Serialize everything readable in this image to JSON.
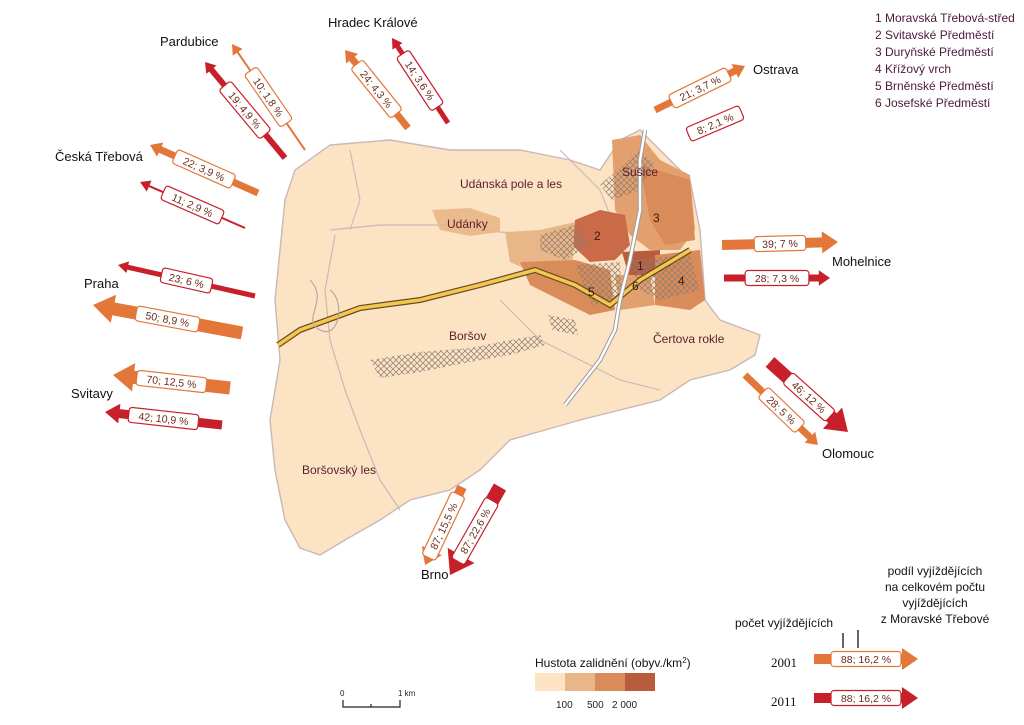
{
  "neighborhood_legend": [
    "1 Moravská Třebová-střed",
    "2 Svitavské Předměstí",
    "3 Duryňské Předměstí",
    "4 Křížový vrch",
    "5 Brněnské Předměstí",
    "6 Josefské Předměstí"
  ],
  "areas": {
    "udanska": "Udánská pole a les",
    "udanky": "Udánky",
    "susice": "Sušice",
    "borsov": "Boršov",
    "borsovsky_les": "Boršovský les",
    "certova_rokle": "Čertova rokle"
  },
  "district_numbers": [
    "1",
    "2",
    "3",
    "4",
    "5",
    "6"
  ],
  "cities": {
    "pardubice": "Pardubice",
    "hradec": "Hradec Králové",
    "ostrava": "Ostrava",
    "ceska_trebova": "Česká Třebová",
    "praha": "Praha",
    "svitavy": "Svitavy",
    "mohelnice": "Mohelnice",
    "olomouc": "Olomouc",
    "brno": "Brno"
  },
  "flows": {
    "pardubice_2001": "10; 1,8 %",
    "pardubice_2011": "19; 4,9 %",
    "hradec_2001": "24; 4,3 %",
    "hradec_2011": "14; 3,6 %",
    "ostrava_2001": "21; 3,7 %",
    "ostrava_2011": "8; 2,1 %",
    "ceska_2001": "22; 3,9 %",
    "ceska_2011": "11; 2,9 %",
    "praha_2011": "23; 6 %",
    "praha_2001": "50; 8,9 %",
    "svitavy_2001": "70; 12,5 %",
    "svitavy_2011": "42; 10,9 %",
    "mohelnice_2001": "39; 7 %",
    "mohelnice_2011": "28; 7,3 %",
    "olomouc_2011": "46; 12 %",
    "olomouc_2001": "28; 5 %",
    "brno_2001": "87; 15,5 %",
    "brno_2011": "87; 22,6 %"
  },
  "density_legend": {
    "title": "Hustota zalidnění (obyv./km",
    "superscript": "2",
    "title_end": ")",
    "ticks": [
      "100",
      "500",
      "2 000"
    ],
    "colors": [
      "#fbe3c4",
      "#e9b688",
      "#d98c5a",
      "#b85c3c"
    ]
  },
  "scale_bar": {
    "start": "0",
    "end": "1 km"
  },
  "flow_legend": {
    "count_label": "počet vyjíždějících",
    "share_label_lines": [
      "podíl vyjíždějících",
      "na celkovém počtu",
      "vyjíždějících",
      "z Moravské Třebové"
    ],
    "year_2001": "2001",
    "year_2011": "2011",
    "sample_2001": "88; 16,2 %",
    "sample_2011": "88; 16,2 %"
  },
  "colors": {
    "flow_2001": "#e3773a",
    "flow_2011": "#c8202a",
    "territory": "#fbe3c4",
    "urban_mid": "#e2a06e",
    "urban_dark": "#c96a48",
    "road": "#f2c94c"
  }
}
